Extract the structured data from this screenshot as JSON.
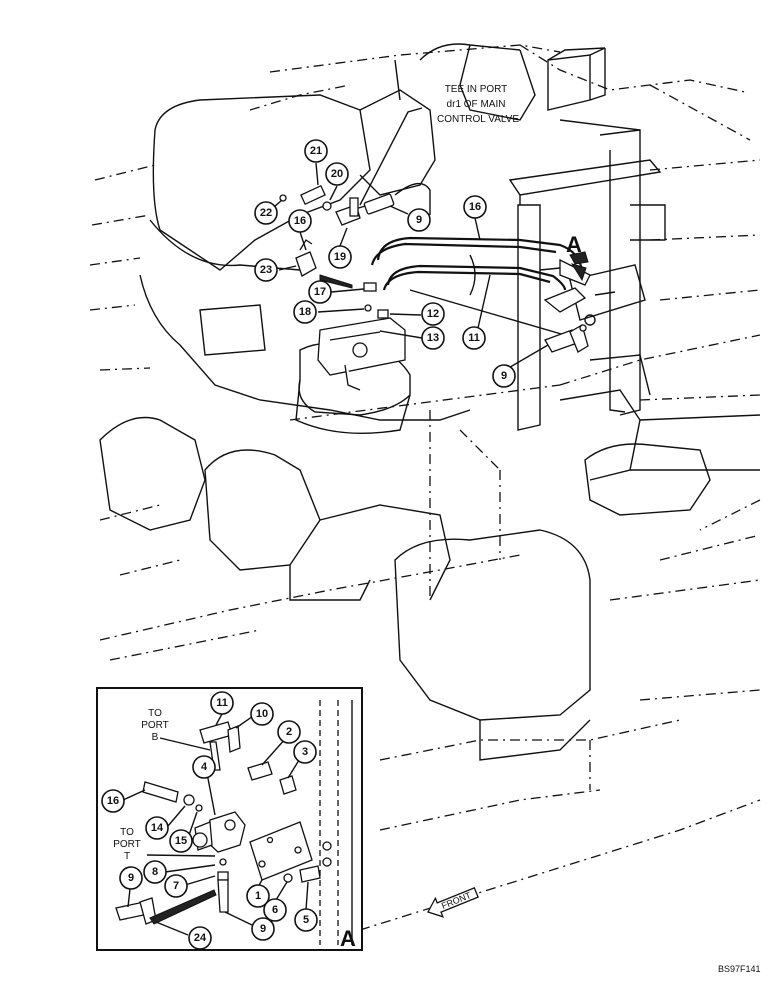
{
  "callouts": {
    "tee_line1": "TEE IN PORT",
    "tee_line2": "dr1 OF MAIN",
    "tee_line3": "CONTROL VALVE",
    "to_port_b_1": "TO",
    "to_port_b_2": "PORT",
    "to_port_b_3": "B",
    "to_port_t_1": "TO",
    "to_port_t_2": "PORT",
    "to_port_t_3": "T"
  },
  "view_label": "A",
  "inset_label": "A",
  "front_label": "FRONT",
  "figure_code": "BS97F141",
  "main_items": [
    {
      "id": "m21",
      "label": "21"
    },
    {
      "id": "m20",
      "label": "20"
    },
    {
      "id": "m22",
      "label": "22"
    },
    {
      "id": "m16a",
      "label": "16"
    },
    {
      "id": "m19",
      "label": "19"
    },
    {
      "id": "m9a",
      "label": "9"
    },
    {
      "id": "m16b",
      "label": "16"
    },
    {
      "id": "m23",
      "label": "23"
    },
    {
      "id": "m17",
      "label": "17"
    },
    {
      "id": "m18",
      "label": "18"
    },
    {
      "id": "m12",
      "label": "12"
    },
    {
      "id": "m13",
      "label": "13"
    },
    {
      "id": "m11",
      "label": "11"
    },
    {
      "id": "m9b",
      "label": "9"
    }
  ],
  "inset_items": [
    {
      "id": "i11",
      "label": "11"
    },
    {
      "id": "i10",
      "label": "10"
    },
    {
      "id": "i2",
      "label": "2"
    },
    {
      "id": "i3",
      "label": "3"
    },
    {
      "id": "i4",
      "label": "4"
    },
    {
      "id": "i16",
      "label": "16"
    },
    {
      "id": "i14",
      "label": "14"
    },
    {
      "id": "i15",
      "label": "15"
    },
    {
      "id": "i8",
      "label": "8"
    },
    {
      "id": "i7",
      "label": "7"
    },
    {
      "id": "i9a",
      "label": "9"
    },
    {
      "id": "i1",
      "label": "1"
    },
    {
      "id": "i6",
      "label": "6"
    },
    {
      "id": "i5",
      "label": "5"
    },
    {
      "id": "i9b",
      "label": "9"
    },
    {
      "id": "i24",
      "label": "24"
    }
  ]
}
